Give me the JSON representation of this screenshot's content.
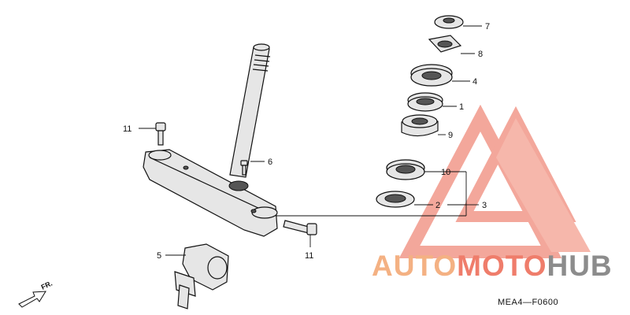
{
  "labels": [
    {
      "num": "7"
    },
    {
      "num": "8"
    },
    {
      "num": "4"
    },
    {
      "num": "1"
    },
    {
      "num": "9"
    },
    {
      "num": "10"
    },
    {
      "num": "2"
    },
    {
      "num": "3"
    },
    {
      "num": "6"
    },
    {
      "num": "11"
    },
    {
      "num": "11"
    },
    {
      "num": "5"
    }
  ],
  "figure_code": "MEA4—F0600",
  "front_marker": "FR.",
  "watermark": {
    "word_part1": "AUTO",
    "word_part2": "MOTO",
    "word_part3": "HUB",
    "color_light": "#f4b183",
    "color_accent": "#ef7d6b",
    "color_dark": "#8c8c8c"
  }
}
